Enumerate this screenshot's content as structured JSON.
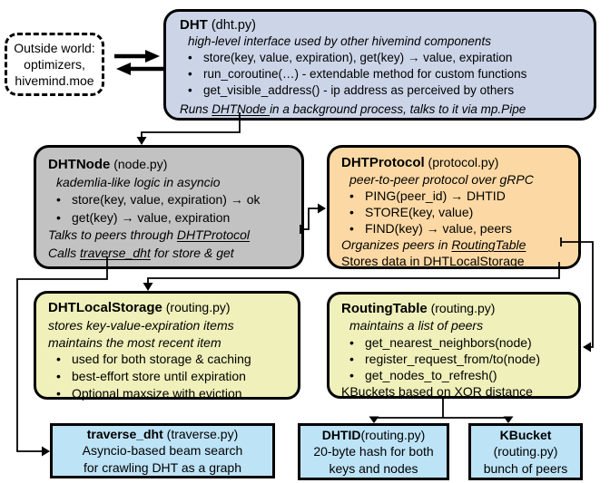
{
  "glyph": {
    "bullet": "•"
  },
  "colors": {
    "dht_fill": "#ccd5e8",
    "node_fill": "#c2c2c2",
    "protocol_fill": "#fcd9a4",
    "storage_fill": "#eff0ba",
    "routing_fill": "#eff0ba",
    "leaf_fill": "#bde3f7",
    "line_color": "#000000"
  },
  "outside_world": {
    "lines": [
      "Outside world:",
      "optimizers,",
      "hivemind.moe"
    ]
  },
  "dht": {
    "title": "DHT",
    "file": " (dht.py)",
    "subtitle": "high-level interface used by other hivemind components",
    "bullets": [
      "store(key, value, expiration), get(key) → value, expiration",
      "run_coroutine(…) - extendable method for custom functions",
      "get_visible_address() - ip address as perceived by others"
    ],
    "footer": {
      "pre": "Runs ",
      "u": "DHTNode ",
      "post": "in a background process, talks to it via mp.Pipe"
    }
  },
  "dhtnode": {
    "title": "DHTNode",
    "file": " (node.py)",
    "subtitle": "kademlia-like logic in asyncio",
    "bullets": [
      "store(key, value, expiration) → ok",
      "get(key) → value, expiration"
    ],
    "talks": {
      "pre": "Talks to peers through ",
      "u": "DHTProtocol",
      "post": ""
    },
    "calls": {
      "pre": "Calls ",
      "u": "traverse_dht",
      "post": " for store & get"
    }
  },
  "dhtprotocol": {
    "title": "DHTProtocol",
    "file": " (protocol.py)",
    "subtitle": "peer-to-peer protocol over gRPC",
    "bullets": [
      "PING(peer_id) → DHTID",
      "STORE(key, value)",
      "FIND(key) → value, peers"
    ],
    "organizes": {
      "pre": "Organizes peers in ",
      "u": "RoutingTable",
      "post": ""
    },
    "stores": {
      "pre": "Stores data in DHT",
      "u": "LocalStorage",
      "post": ""
    }
  },
  "storage": {
    "title": "DHTLocalStorage",
    "file": " (routing.py)",
    "subtitles": [
      "stores key-value-expiration items",
      "maintains the most recent item"
    ],
    "bullets": [
      "used for both storage & caching",
      "best-effort store until expiration",
      "Optional maxsize with eviction"
    ]
  },
  "routing": {
    "title": "RoutingTable",
    "file": " (routing.py)",
    "subtitle": "maintains a list of peers",
    "bullets": [
      "get_nearest_neighbors(node)",
      "register_request_from/to(node)",
      "get_nodes_to_refresh()"
    ],
    "footer": "KBuckets based on XOR distance"
  },
  "traverse": {
    "title": "traverse_dht",
    "file": " (traverse.py)",
    "lines": [
      "Asyncio-based beam search",
      "for crawling DHT as a graph"
    ]
  },
  "dhtid": {
    "title": "DHTID",
    "file": "(routing.py)",
    "lines": [
      "20-byte hash for both",
      "keys and nodes"
    ]
  },
  "kbucket": {
    "title": "KBucket",
    "file": "(routing.py)",
    "lines": [
      "bunch of peers"
    ]
  }
}
